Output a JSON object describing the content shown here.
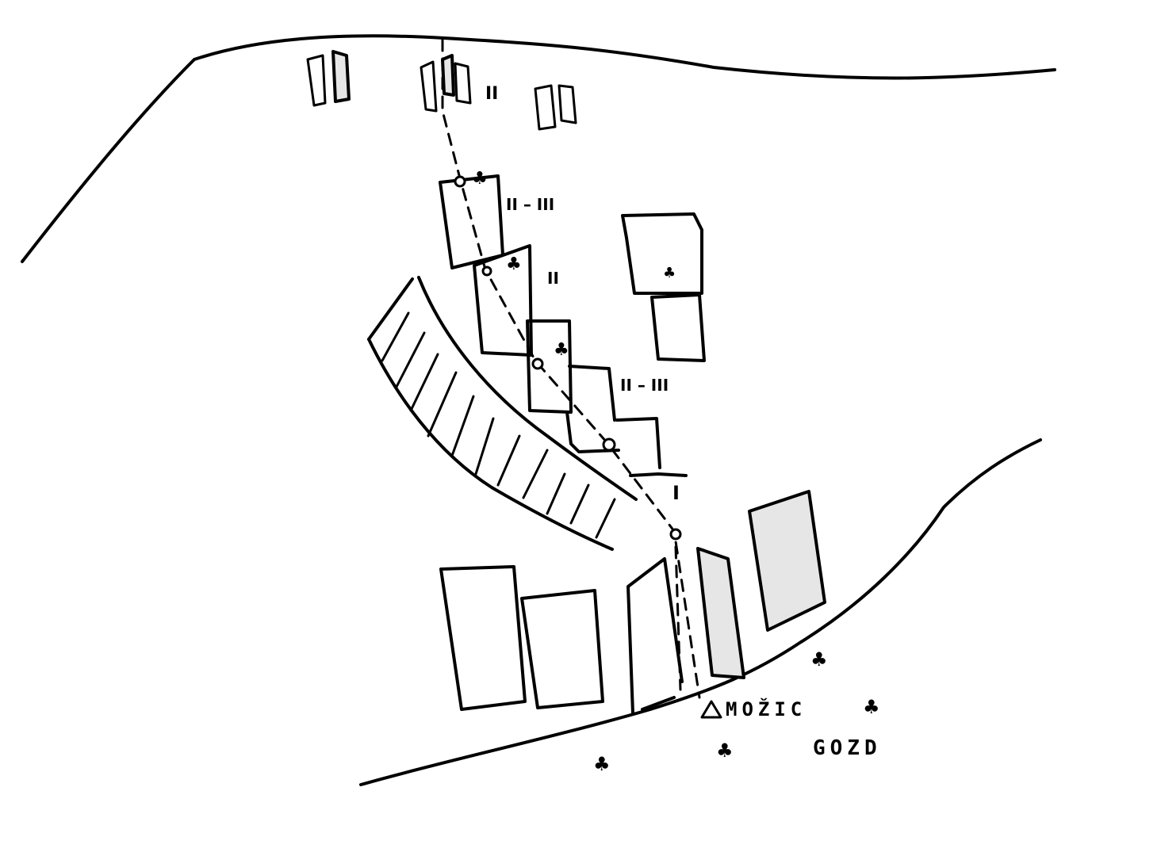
{
  "labels": {
    "zone_top": "II",
    "zone_upper": "II – III",
    "zone_middle": "II",
    "zone_lower": "II – III",
    "zone_bottom": "I",
    "mozic": "MOŽIC",
    "gozd": "GOZD"
  },
  "icons": {
    "tree": "tree-symbol",
    "triangle": "triangle-marker"
  },
  "colors": {
    "ink": "#000000",
    "shaded_building": "#e6e6e6",
    "background": "#ffffff"
  }
}
